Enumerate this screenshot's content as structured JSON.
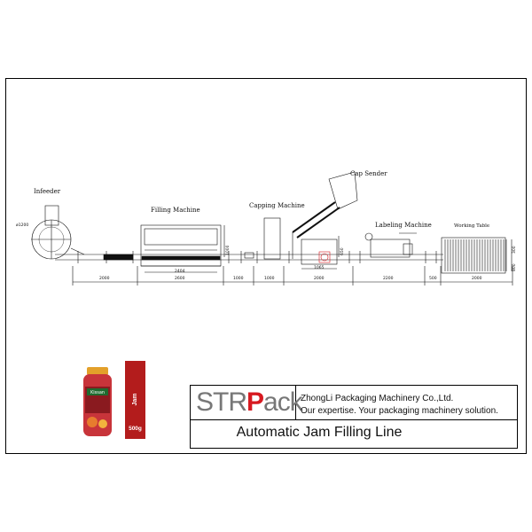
{
  "stations": {
    "infeeder": "Infeeder",
    "filling": "Filling Machine",
    "capping": "Capping Machine",
    "cap_sender": "Cap Sender",
    "labeling": "Labeling Machine",
    "working_table": "Working Table"
  },
  "dimensions": {
    "d_infeeder": "ø1200",
    "d_2000a": "2000",
    "d_2404": "2404",
    "d_2600": "2600",
    "d_1000a": "1000",
    "d_1000b": "1000",
    "d_1065": "1065",
    "d_2000b": "2000",
    "d_2200": "2200",
    "d_500": "500",
    "d_2000c": "2000",
    "v_filler": "1000",
    "v_capper": "650",
    "v_table1": "300",
    "v_table2": "800"
  },
  "product": {
    "name": "Jam",
    "weight": "500g",
    "brand": "Kissan",
    "colors": {
      "tag": "#b31c1c",
      "jar": "#c8343a",
      "lid": "#e3a02a"
    }
  },
  "titleblock": {
    "logo_prefix": "STR",
    "logo_p": "P",
    "logo_suffix": "ack",
    "company": "ZhongLi Packaging Machinery Co.,Ltd.",
    "slogan": "Our expertise. Your packaging machinery solution.",
    "title": "Automatic Jam Filling Line",
    "logo_color": "#d71920"
  }
}
